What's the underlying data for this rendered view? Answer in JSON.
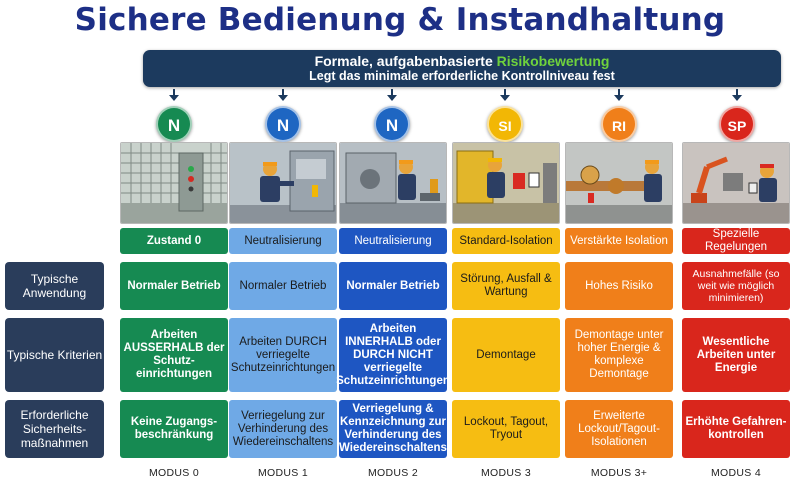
{
  "title": "Sichere Bedienung & Instandhaltung",
  "banner": {
    "line1_prefix": "Formale, aufgabenbasierte ",
    "line1_highlight": "Risikobewertung",
    "line2": "Legt das minimale erforderliche Kontrollniveau fest"
  },
  "row_labels": [
    "Typische Anwendung",
    "Typische Kriterien",
    "Erforderliche Sicherheits-maßnahmen"
  ],
  "columns": [
    {
      "badge": "N",
      "badge_color": "#168a52",
      "scene": "control-cabinet",
      "header": "Zustand 0",
      "application": "Normaler Betrieb",
      "criteria": "Arbeiten AUSSERHALB der Schutz-einrichtungen",
      "measures": "Keine Zugangs-beschränkung",
      "mode": "MODUS 0"
    },
    {
      "badge": "N",
      "badge_color": "#1e66c2",
      "scene": "technician-guard",
      "header": "Neutralisierung",
      "application": "Normaler Betrieb",
      "criteria": "Arbeiten DURCH verriegelte Schutzeinrichtungen",
      "measures": "Verriegelung zur Verhinderung des Wiedereinschaltens",
      "mode": "MODUS 1"
    },
    {
      "badge": "N",
      "badge_color": "#1e66c2",
      "scene": "technician-machine",
      "header": "Neutralisierung",
      "application": "Normaler Betrieb",
      "criteria": "Arbeiten INNERHALB oder DURCH NICHT verriegelte Schutzeinrichtungen",
      "measures": "Verriegelung & Kennzeichnung zur Verhinderung des Wiedereinschaltens",
      "mode": "MODUS 2"
    },
    {
      "badge": "SI",
      "badge_color": "#f2b705",
      "scene": "lockout-tagout",
      "header": "Standard-Isolation",
      "application": "Störung, Ausfall & Wartung",
      "criteria": "Demontage",
      "measures": "Lockout, Tagout, Tryout",
      "mode": "MODUS 3"
    },
    {
      "badge": "RI",
      "badge_color": "#f07f1a",
      "scene": "valve-isolation",
      "header": "Verstärkte Isolation",
      "application": "Hohes Risiko",
      "criteria": "Demontage unter hoher Energie & komplexe Demontage",
      "measures": "Erweiterte Lockout/Tagout-Isolationen",
      "mode": "MODUS 3+"
    },
    {
      "badge": "SP",
      "badge_color": "#d9261c",
      "scene": "robot-cell",
      "header": "Spezielle Regelungen",
      "application": "Ausnahmefälle (so weit wie möglich minimieren)",
      "criteria": "Wesentliche Arbeiten unter Energie",
      "measures": "Erhöhte Gefahren-kontrollen",
      "mode": "MODUS 4"
    }
  ],
  "colors": {
    "title": "#1d2f86",
    "banner": "#1c3a5e",
    "highlight": "#6fd23c",
    "row_label": "#2a3d5b",
    "green": "#168a52",
    "light_blue": "#6fa9e6",
    "blue": "#1e56c2",
    "yellow": "#f6bd12",
    "orange": "#f07f1a",
    "red": "#d9261c"
  }
}
